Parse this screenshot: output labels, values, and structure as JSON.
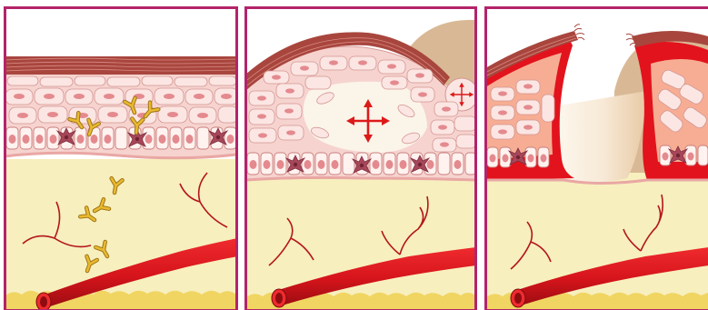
{
  "figure": {
    "panels": [
      {
        "id": "panel-1",
        "content": [
          "epidermis-layers",
          "antibodies-in-epidermis",
          "antibodies-in-dermis",
          "blood-vessel",
          "nerve-fibers",
          "subcutaneous-fat"
        ]
      },
      {
        "id": "panel-2",
        "content": [
          "epidermis-layers",
          "blister-dome",
          "spreading-arrows",
          "blood-vessel",
          "nerve-fibers",
          "subcutaneous-fat"
        ]
      },
      {
        "id": "panel-3",
        "content": [
          "ruptured-blister",
          "inflamed-epidermis",
          "blood-vessel",
          "nerve-fibers",
          "subcutaneous-fat"
        ]
      }
    ]
  },
  "colors": {
    "frame": "#b3246a",
    "stratum_corneum": "#a8463e",
    "epidermis_base": "#f6d3cf",
    "cell_fill": "#fbe6e3",
    "cell_nucleus": "#e48a8f",
    "basal_fill": "#fff2ef",
    "melanocyte": "#a8475a",
    "dermis": "#f7efbe",
    "fat": "#f0d562",
    "vessel": "#d5141b",
    "vessel_dark": "#8e0c10",
    "nerve": "#b3161b",
    "antibody": "#e0ad2c",
    "antibody_dark": "#9c7215",
    "arrow": "#dd1a1a",
    "blister_fluid": "#fbf4e9",
    "skin_tan": "#d9b995",
    "inflamed": "#e2131d"
  },
  "icons": [
    "antibody-icon",
    "double-arrow-icon",
    "melanocyte-icon"
  ]
}
